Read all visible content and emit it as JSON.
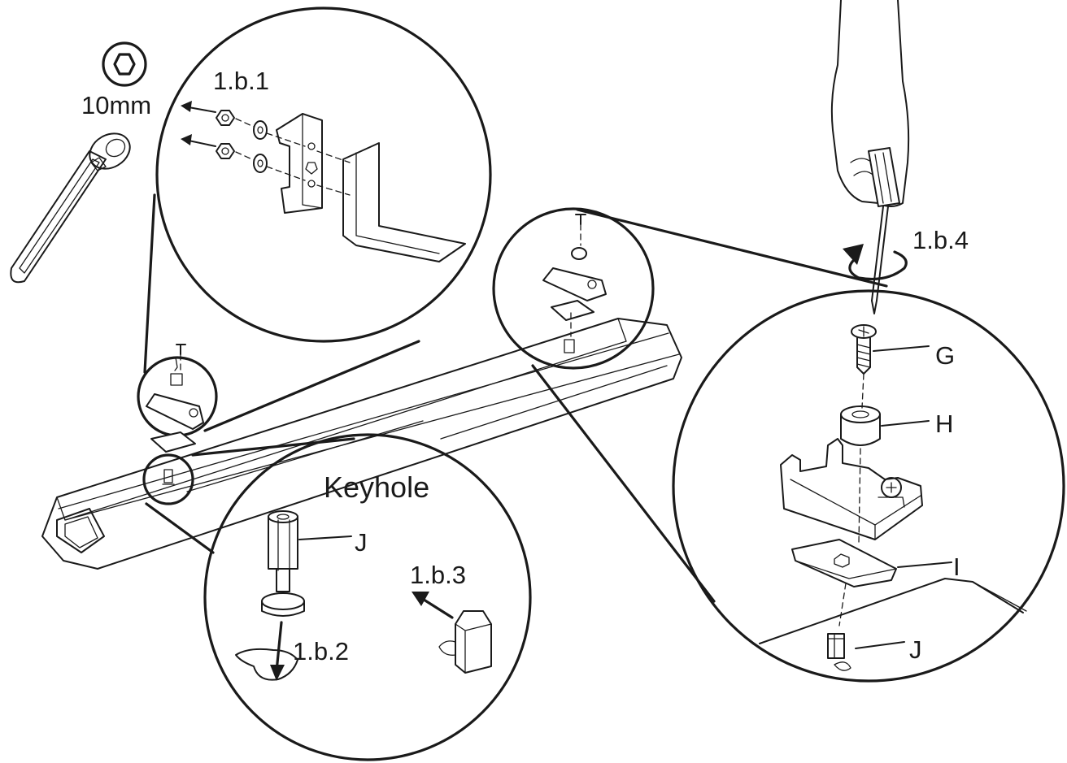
{
  "tool": {
    "socket_size": "10mm",
    "icon": "hex-socket-icon"
  },
  "steps": {
    "s1": "1.b.1",
    "s2": "1.b.2",
    "s3": "1.b.3",
    "s4": "1.b.4"
  },
  "keyhole_title": "Keyhole",
  "parts": {
    "G": "G",
    "H": "H",
    "I": "I",
    "J": "J"
  }
}
